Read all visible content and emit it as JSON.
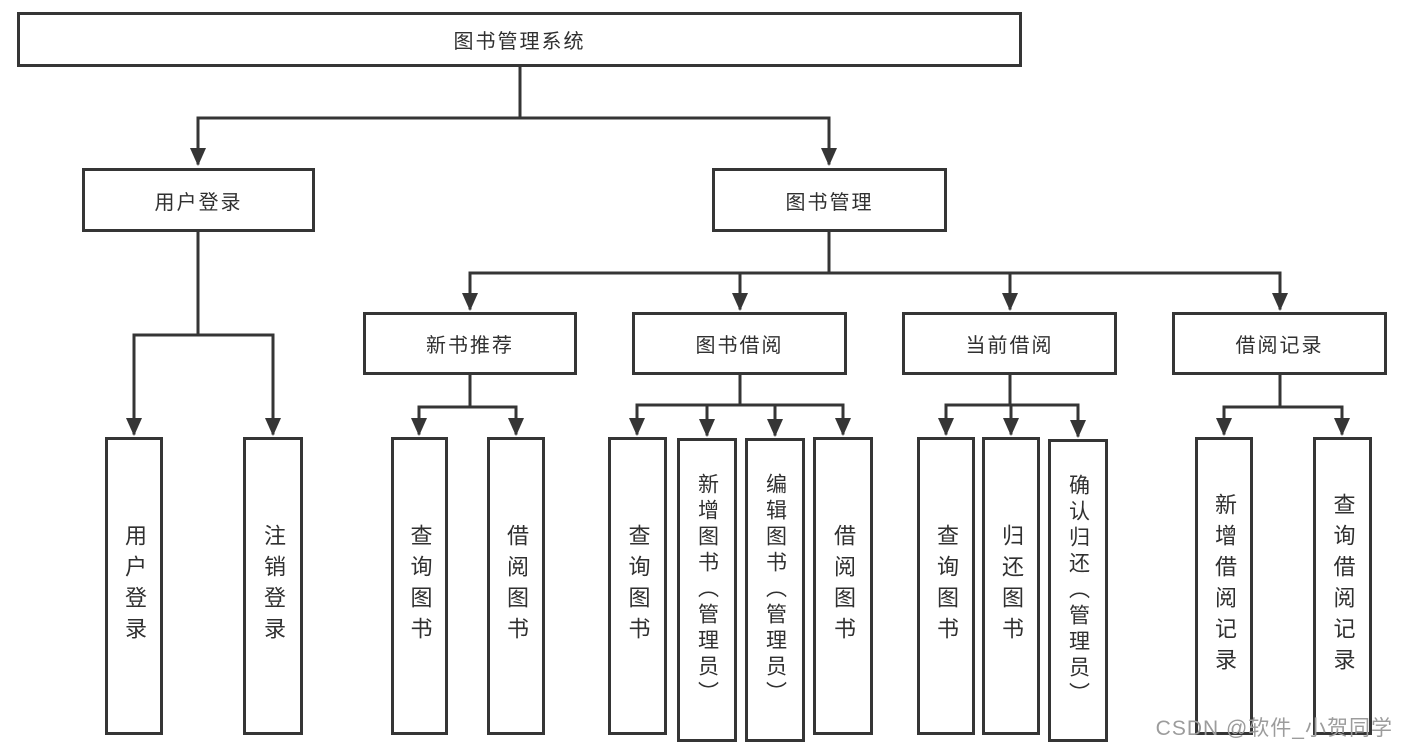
{
  "diagram": {
    "type": "hierarchy-tree",
    "title": "图书管理系统"
  },
  "tree": {
    "label": "图书管理系统",
    "children": [
      {
        "label": "用户登录",
        "children": [
          {
            "label": "用户登录"
          },
          {
            "label": "注销登录"
          }
        ]
      },
      {
        "label": "图书管理",
        "children": [
          {
            "label": "新书推荐",
            "children": [
              {
                "label": "查询图书"
              },
              {
                "label": "借阅图书"
              }
            ]
          },
          {
            "label": "图书借阅",
            "children": [
              {
                "label": "查询图书"
              },
              {
                "label": "新增图书（管理员）"
              },
              {
                "label": "编辑图书（管理员）"
              },
              {
                "label": "借阅图书"
              }
            ]
          },
          {
            "label": "当前借阅",
            "children": [
              {
                "label": "查询图书"
              },
              {
                "label": "归还图书"
              },
              {
                "label": "确认归还（管理员）"
              }
            ]
          },
          {
            "label": "借阅记录",
            "children": [
              {
                "label": "新增借阅记录"
              },
              {
                "label": "查询借阅记录"
              }
            ]
          }
        ]
      }
    ]
  },
  "watermark": "CSDN @软件_小贺同学",
  "colors": {
    "line": "#353535",
    "box_border": "#353535",
    "text": "#303030",
    "background": "#ffffff",
    "watermark": "#9c9c9c"
  }
}
